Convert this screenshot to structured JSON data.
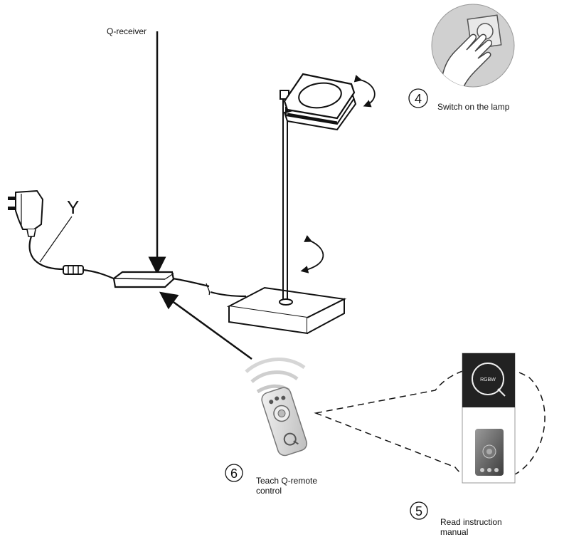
{
  "labels": {
    "q_receiver": "Q-receiver",
    "y": "Y",
    "step4_num": "4",
    "step4_text": "Switch on the lamp",
    "step5_num": "5",
    "step5_text_line1": "Read instruction",
    "step5_text_line2": "manual",
    "step6_num": "6",
    "step6_text_line1": "Teach Q-remote",
    "step6_text_line2": "control",
    "manual_logo_text": "RGBW"
  },
  "colors": {
    "line": "#111111",
    "wall_switch_bg": "#d0d0d0",
    "manual_dark": "#222222"
  }
}
